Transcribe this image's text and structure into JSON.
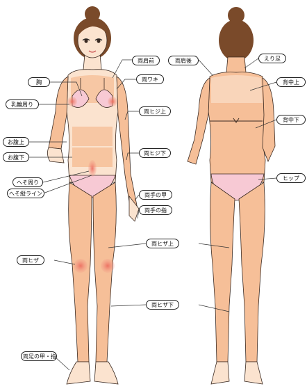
{
  "front_labels": {
    "shoulders_front": "両肩前",
    "armpits": "両ワキ",
    "chest": "胸",
    "around_nipples": "乳輪周り",
    "upper_elbows_front": "両ヒジ上",
    "upper_abdomen": "お腹上",
    "lower_abdomen": "お腹下",
    "lower_elbows_front": "両ヒジ下",
    "around_navel": "へそ周り",
    "navel_line": "へそ縦ライン",
    "backs_of_hands": "両手の甲",
    "fingers": "両手の指",
    "above_knees": "両ヒザ上",
    "knees": "両ヒザ",
    "below_knees": "両ヒザ下",
    "feet_and_toes": "両足の甲・指"
  },
  "back_labels": {
    "shoulders_back": "両肩後",
    "nape": "えり足",
    "upper_back": "背中上",
    "lower_back": "背中下",
    "hips": "ヒップ"
  },
  "colors": {
    "skin": "#fbe3cf",
    "zone": "#f6bf98",
    "zone_light": "#fcefe4",
    "highlight": "#ee7a6c",
    "bikini": "#f7c9d4",
    "hair": "#7a4a2a",
    "outline": "#3a2a22"
  }
}
